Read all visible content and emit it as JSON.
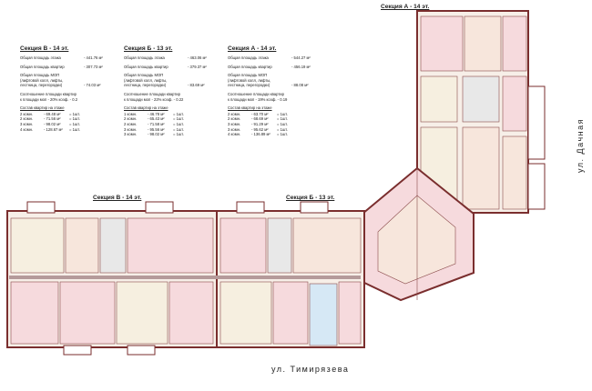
{
  "sections": [
    {
      "id": "v",
      "title": "Секция В - 14 эт.",
      "floor_area": {
        "label": "Общая площадь этажа",
        "value": "- 441.76 м²"
      },
      "apartments_area": {
        "label": "Общая площадь квартир",
        "value": "- 307.73 м²"
      },
      "mop_label": "Общая площадь МОП",
      "mop_label2": "(лифтовой холл, лифты,",
      "mop_label3": "лестница, перегородки)",
      "mop_value": "- 74.03 м²",
      "ratio_label": "Соотношение площади квартир",
      "ratio_label2": "к площади моп - 20% коэф. - 0.2",
      "list_title": "Состав квартир на этаже",
      "apartments": [
        {
          "type": "2 комн.",
          "area": "- 69.48 м²",
          "count": "= 1шт."
        },
        {
          "type": "2 комн.",
          "area": "- 71.56 м²",
          "count": "= 1шт."
        },
        {
          "type": "3 комн.",
          "area": "- 98.02 м²",
          "count": "= 1шт."
        },
        {
          "type": "4 комн.",
          "area": "- 128.67 м²",
          "count": "= 1шт."
        }
      ]
    },
    {
      "id": "b",
      "title": "Секция Б - 13 эт.",
      "floor_area": {
        "label": "Общая площадь этажа",
        "value": "- 463.06 м²"
      },
      "apartments_area": {
        "label": "Общая площадь квартир",
        "value": "- 379.37 м²"
      },
      "mop_label": "Общая площадь МОП",
      "mop_label2": "(лифтовой холл, лифты,",
      "mop_label3": "лестница, перегородки)",
      "mop_value": "- 83.69 м²",
      "ratio_label": "Соотношение площади квартир",
      "ratio_label2": "к площади моп - 22% коэф. - 0.22",
      "list_title": "Состав квартир на этаже",
      "apartments": [
        {
          "type": "1 комн.",
          "area": "- 46.78 м²",
          "count": "= 1шт."
        },
        {
          "type": "2 комн.",
          "area": "- 65.43 м²",
          "count": "= 1шт."
        },
        {
          "type": "2 комн.",
          "area": "- 71.58 м²",
          "count": "= 1шт."
        },
        {
          "type": "3 комн.",
          "area": "- 95.56 м²",
          "count": "= 1шт."
        },
        {
          "type": "3 комн.",
          "area": "- 98.02 м²",
          "count": "= 1шт."
        }
      ]
    },
    {
      "id": "a",
      "title": "Секция А - 14 эт.",
      "floor_area": {
        "label": "Общая площадь этажа",
        "value": "- 544.27 м²"
      },
      "apartments_area": {
        "label": "Общая площадь квартир",
        "value": "- 456.19 м²"
      },
      "mop_label": "Общая площадь МОП",
      "mop_label2": "(лифтовой холл, лифты,",
      "mop_label3": "лестница, перегородки)",
      "mop_value": "- 88.08 м²",
      "ratio_label": "Соотношение площади квартир",
      "ratio_label2": "к площади моп - 19% коэф. - 0.19",
      "list_title": "Состав квартир на этаже",
      "apartments": [
        {
          "type": "2 комн.",
          "area": "- 63.70 м²",
          "count": "= 1шт."
        },
        {
          "type": "2 комн.",
          "area": "- 68.69 м²",
          "count": "= 1шт."
        },
        {
          "type": "3 комн.",
          "area": "- 91.29 м²",
          "count": "= 1шт."
        },
        {
          "type": "3 комн.",
          "area": "- 95.62 м²",
          "count": "= 1шт."
        },
        {
          "type": "4 комн.",
          "area": "- 136.89 м²",
          "count": "= 1шт."
        }
      ]
    }
  ],
  "plan_labels": {
    "section_a": "Секция А - 14 эт.",
    "section_b": "Секция Б - 13 эт.",
    "section_v": "Секция В - 14 эт."
  },
  "streets": {
    "bottom": "ул. Тимирязева",
    "right": "ул. Дачная"
  },
  "colors": {
    "wall": "#7a2e2e",
    "apt_pink": "#f6dadd",
    "apt_peach": "#f7e6dc",
    "apt_cream": "#f6efe0",
    "apt_blue": "#d6e8f5",
    "core": "#e8e8e8"
  }
}
